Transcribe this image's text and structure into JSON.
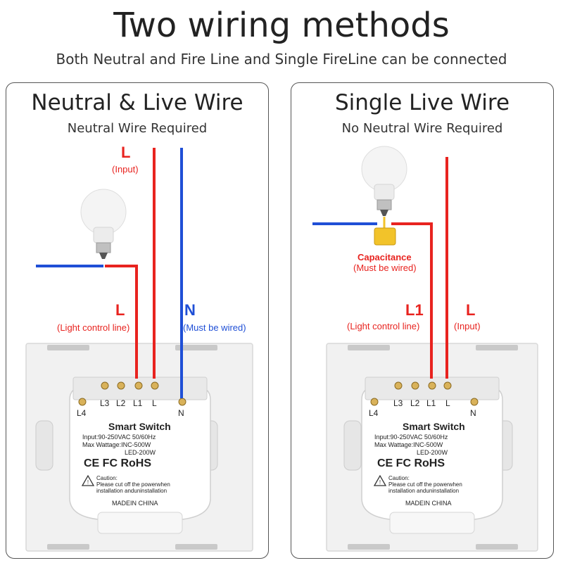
{
  "title": "Two wiring methods",
  "subtitle": "Both Neutral and Fire Line and Single FireLine can be connected",
  "colors": {
    "live": "#e8231f",
    "neutral": "#1f4fd6",
    "capacitor": "#f2c32a"
  },
  "left_panel": {
    "title": "Neutral & Live Wire",
    "subtitle": "Neutral Wire Required",
    "wire_l_input": {
      "letter": "L",
      "note": "(Input)"
    },
    "wire_l_light": {
      "letter": "L",
      "note": "(Light control line)"
    },
    "wire_n": {
      "letter": "N",
      "note": "(Must be wired)"
    }
  },
  "right_panel": {
    "title": "Single Live Wire",
    "subtitle": "No Neutral Wire Required",
    "capacitance": {
      "label": "Capacitance",
      "note": "(Must be wired)"
    },
    "wire_l1": {
      "letter": "L1",
      "note": "(Light control line)"
    },
    "wire_l": {
      "letter": "L",
      "note": "(Input)"
    }
  },
  "switch": {
    "terminals": [
      "L4",
      "L3",
      "L2",
      "L1",
      "L",
      "N"
    ],
    "name": "Smart Switch",
    "spec1": "Input:90-250VAC 50/60Hz",
    "spec2": "Max Wattage:INC-500W",
    "spec3": "LED-200W",
    "cert": "CE FC RoHS",
    "caution_title": "Caution:",
    "caution1": "Please cut off the powerwhen",
    "caution2": "installation anduninstallation",
    "made_in": "MADEIN CHINA"
  }
}
